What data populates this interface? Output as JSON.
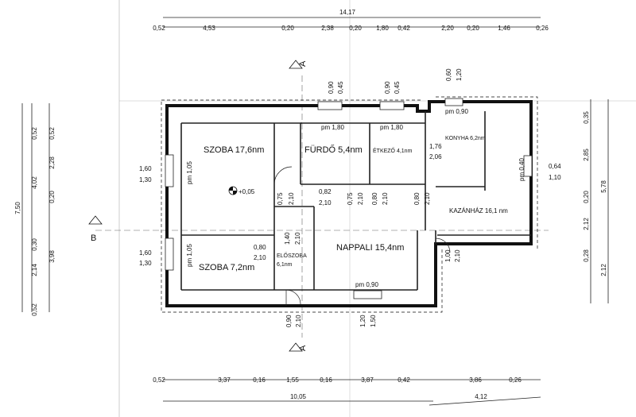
{
  "top_dims": {
    "total": "14,17",
    "segments": [
      "0,52",
      "4,53",
      "0,20",
      "2,38",
      "0,20",
      "1,80",
      "0,42",
      "2,20",
      "0,20",
      "1,46",
      "0,26"
    ]
  },
  "bottom_dims": {
    "segments": [
      "0,52",
      "3,37",
      "0,16",
      "1,55",
      "0,16",
      "3,87",
      "0,42",
      "3,86",
      "0,26"
    ],
    "total_a": "10,05",
    "total_b": "4,12"
  },
  "left_dims": {
    "total": "7,50",
    "col1": [
      "0,52",
      "4,02",
      "0,30",
      "2,14",
      "0,52"
    ],
    "col2": [
      "0,52",
      "2,28",
      "0,20",
      "3,98"
    ]
  },
  "right_dims": {
    "total": "5,78",
    "col1": [
      "0,35",
      "2,85",
      "0,20",
      "2,12",
      "0,28"
    ],
    "lower": "2,12"
  },
  "section_marks": {
    "a_top": "A",
    "a_bottom": "A",
    "b": "B"
  },
  "rooms": [
    {
      "id": "szoba1",
      "label": "SZOBA 17,6nm"
    },
    {
      "id": "furdo",
      "label": "FÜRDŐ 5,4nm"
    },
    {
      "id": "etkezo",
      "label": "ÉTKEZŐ 4,1nm"
    },
    {
      "id": "konyha",
      "label": "KONYHA 6,2nm"
    },
    {
      "id": "kazanhaz",
      "label": "KAZÁNHÁZ 16,1 nm"
    },
    {
      "id": "nappali",
      "label": "NAPPALI 15,4nm"
    },
    {
      "id": "szoba2",
      "label": "SZOBA 7,2nm"
    },
    {
      "id": "eloszoba",
      "label": "ELŐSZOBA\n6,1nm"
    }
  ],
  "openings": {
    "pm_180_a": "pm 1,80",
    "pm_180_b": "pm 1,80",
    "pm_090_top": "pm 0,90",
    "pm_090_bottom": "pm 0,90",
    "pm_105_a": "pm 1,05",
    "pm_105_b": "pm 1,05",
    "pm_040": "pm 0,40",
    "win_090": "0,90",
    "win_045": "0,45",
    "win_090b": "0,90",
    "win_045b": "0,45",
    "win_060": "0,60",
    "win_120": "1,20",
    "w160a": "1,60",
    "w130a": "1,30",
    "w160b": "1,60",
    "w130b": "1,30",
    "w064": "0,64",
    "w110": "1,10",
    "d075a": "0,75",
    "d210a": "2,10",
    "d082": "0,82",
    "d210b": "2,10",
    "d075b": "0,75",
    "d210c": "2,10",
    "d080a": "0,80",
    "d210d": "2,10",
    "d176": "1,76",
    "d206": "2,06",
    "d080b": "0,80",
    "d210e": "2,10",
    "d140": "1,40",
    "d210f": "2,10",
    "d100": "1,00",
    "d210g": "2,10",
    "d090": "0,90",
    "d210h": "2,10",
    "d120": "1,20",
    "d150": "1,50",
    "level": "+0,05"
  }
}
